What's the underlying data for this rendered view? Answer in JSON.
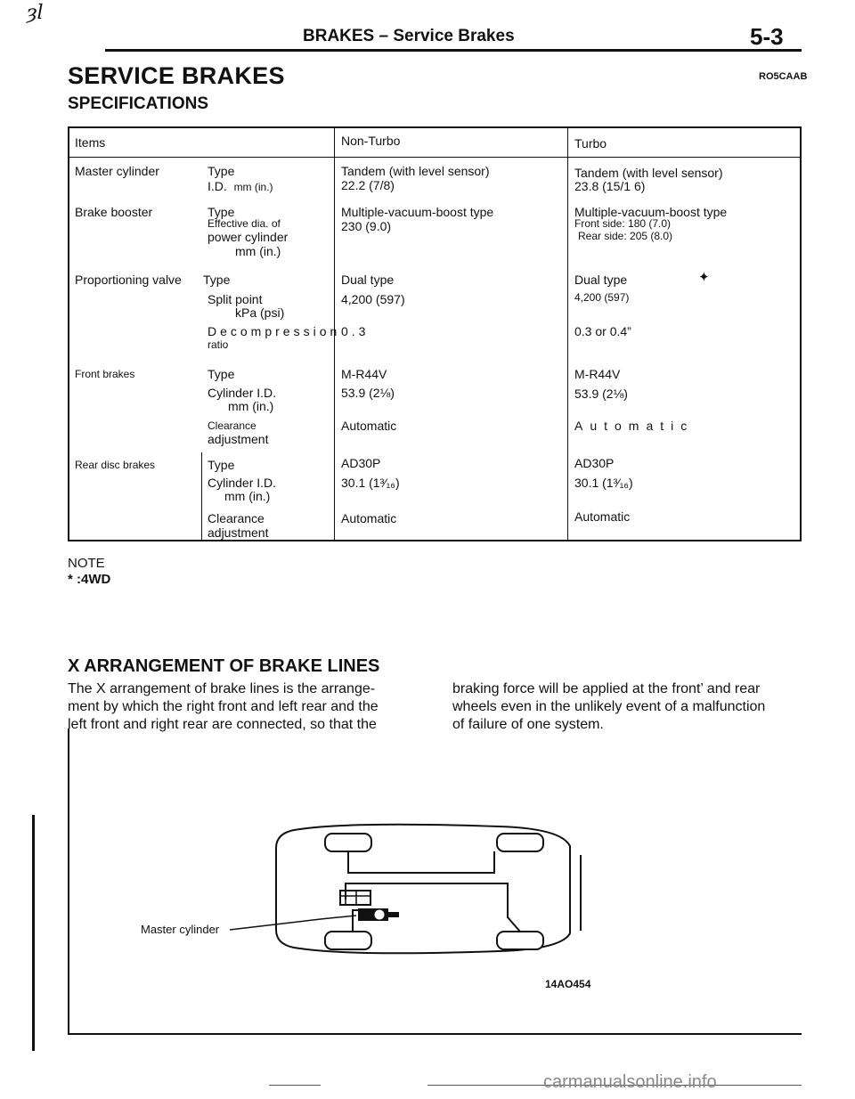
{
  "page": {
    "corner_mark": "ȝl",
    "header_title": "BRAKES – Service Brakes",
    "page_number": "5-3",
    "section_title": "SERVICE BRAKES",
    "section_code": "RO5CAAB",
    "spec_heading": "SPECIFICATIONS"
  },
  "table": {
    "headers": {
      "items": "Items",
      "non_turbo": "Non-Turbo",
      "turbo": "Turbo"
    },
    "master_cylinder": {
      "label": "Master cylinder",
      "type_label": "Type",
      "id_label": "I.D.",
      "id_unit": "mm (in.)",
      "non_turbo_type": "Tandem (with level sensor)",
      "non_turbo_id": "22.2 (7/8)",
      "turbo_type": "Tandem (with level sensor)",
      "turbo_id": "23.8 (15/1 6)"
    },
    "brake_booster": {
      "label": "Brake booster",
      "type_label": "Type",
      "dia_label": "Effective dia. of",
      "dia_label2": "power cylinder",
      "dia_unit": "mm (in.)",
      "non_turbo_type": "Multiple-vacuum-boost type",
      "non_turbo_dia": "230 (9.0)",
      "turbo_type": "Multiple-vacuum-boost type",
      "turbo_front": "Front side: 180 (7.0)",
      "turbo_rear": "Rear side: 205 (8.0)"
    },
    "proportioning_valve": {
      "label": "Proportioning valve",
      "type_label": "Type",
      "split_label": "Split point",
      "split_unit": "kPa (psi)",
      "decomp_label": "Decompression",
      "decomp_label2": "ratio",
      "non_turbo_type": "Dual type",
      "non_turbo_split": "4,200 (597)",
      "non_turbo_decomp": "0.3",
      "turbo_type": "Dual type",
      "turbo_split": "4,200 (597)",
      "turbo_decomp": "0.3 or 0.4”",
      "mark": "✦"
    },
    "front_brakes": {
      "label": "Front brakes",
      "type_label": "Type",
      "id_label": "Cylinder I.D.",
      "id_unit": "mm (in.)",
      "clear_label": "Clearance",
      "clear_label2": "adjustment",
      "non_turbo_type": "M-R44V",
      "non_turbo_id": "53.9 (2⅛)",
      "non_turbo_clear": "Automatic",
      "turbo_type": "M-R44V",
      "turbo_id": "53.9 (2⅛)",
      "turbo_clear": "Automatic"
    },
    "rear_disc_brakes": {
      "label": "Rear disc brakes",
      "type_label": "Type",
      "id_label": "Cylinder I.D.",
      "id_unit": "mm (in.)",
      "clear_label": "Clearance",
      "clear_label2": "adjustment",
      "non_turbo_type": "AD30P",
      "non_turbo_id": "30.1 (1³⁄₁₆)",
      "non_turbo_clear": "Automatic",
      "turbo_type": "AD30P",
      "turbo_id": "30.1 (1³⁄₁₆)",
      "turbo_clear": "Automatic"
    }
  },
  "note": {
    "label": "NOTE",
    "text": "* :4WD"
  },
  "x_arrangement": {
    "heading": "X ARRANGEMENT OF BRAKE LINES",
    "left_lines": [
      "The X arrangement of brake lines is the arrange-",
      "ment by which the right front and left rear and the",
      "left front and right rear are connected, so that the"
    ],
    "right_lines": [
      "braking force will be applied at the front’ and rear",
      "wheels even in the unlikely event of a malfunction",
      "of failure of one system."
    ]
  },
  "figure": {
    "callout": "Master cylinder",
    "id": "14AO454"
  },
  "watermark": "carmanualsonline.info"
}
